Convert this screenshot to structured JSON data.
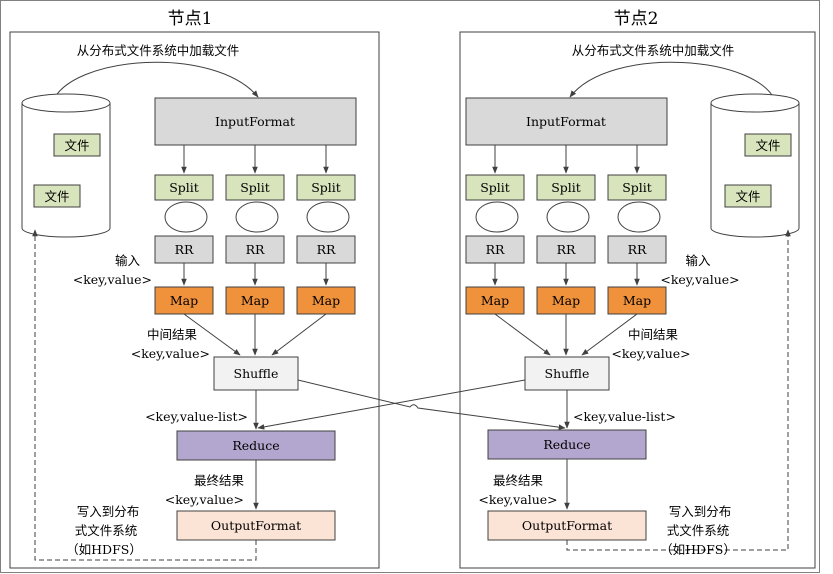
{
  "nodes": [
    {
      "title": "节点1",
      "load_label": "从分布式文件系统中加载文件",
      "files": [
        "文件",
        "文件"
      ],
      "input_format": "InputFormat",
      "splits": [
        "Split",
        "Split",
        "Split"
      ],
      "rrs": [
        "RR",
        "RR",
        "RR"
      ],
      "maps": [
        "Map",
        "Map",
        "Map"
      ],
      "input_label": [
        "输入",
        "<key,value>"
      ],
      "mid_label": [
        "中间结果",
        "<key,value>"
      ],
      "shuffle": "Shuffle",
      "list_label": "<key,value-list>",
      "reduce": "Reduce",
      "final_label": [
        "最终结果",
        "<key,value>"
      ],
      "output_format": "OutputFormat",
      "write_label": [
        "写入到分布",
        "式文件系统",
        "（如HDFS）"
      ]
    },
    {
      "title": "节点2",
      "load_label": "从分布式文件系统中加载文件",
      "files": [
        "文件",
        "文件"
      ],
      "input_format": "InputFormat",
      "splits": [
        "Split",
        "Split",
        "Split"
      ],
      "rrs": [
        "RR",
        "RR",
        "RR"
      ],
      "maps": [
        "Map",
        "Map",
        "Map"
      ],
      "input_label": [
        "输入",
        "<key,value>"
      ],
      "mid_label": [
        "中间结果",
        "<key,value>"
      ],
      "shuffle": "Shuffle",
      "list_label": "<key,value-list>",
      "reduce": "Reduce",
      "final_label": [
        "最终结果",
        "<key,value>"
      ],
      "output_format": "OutputFormat",
      "write_label": [
        "写入到分布",
        "式文件系统",
        "（如HDFS）"
      ]
    }
  ],
  "colors": {
    "input_format": "#d9d9d9",
    "split": "#d8e4bc",
    "rr": "#d9d9d9",
    "map": "#f0913c",
    "shuffle": "#f2f2f2",
    "reduce": "#b3a7cf",
    "output_format": "#fbe3d6",
    "file": "#d8e4bc",
    "stroke": "#595959"
  }
}
